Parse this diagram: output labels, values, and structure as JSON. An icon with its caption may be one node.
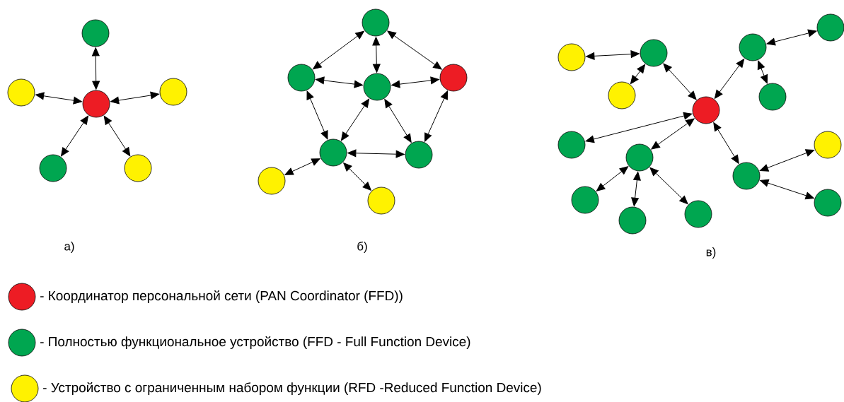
{
  "diagram": {
    "nodes": [
      {
        "text": [],
        "shape": "circle"
      },
      {
        "text": [],
        "shape": "circle"
      },
      {
        "text": [],
        "shape": "circle"
      },
      {
        "text": [],
        "shape": "circle"
      },
      {
        "text": [],
        "shape": "circle"
      },
      {
        "text": [],
        "shape": "circle"
      },
      {
        "text": [],
        "shape": "circle"
      },
      {
        "text": [],
        "shape": "circle"
      },
      {
        "text": [],
        "shape": "circle"
      },
      {
        "text": [],
        "shape": "circle"
      },
      {
        "text": [],
        "shape": "circle"
      },
      {
        "text": [],
        "shape": "circle"
      },
      {
        "text": [],
        "shape": "circle"
      },
      {
        "text": [],
        "shape": "circle"
      },
      {
        "text": [],
        "shape": "circle"
      },
      {
        "text": [],
        "shape": "circle"
      },
      {
        "text": [],
        "shape": "circle"
      },
      {
        "text": [],
        "shape": "circle"
      },
      {
        "text": [],
        "shape": "circle"
      },
      {
        "text": [],
        "shape": "circle"
      },
      {
        "text": [],
        "shape": "circle"
      },
      {
        "text": [],
        "shape": "circle"
      },
      {
        "text": [],
        "shape": "circle"
      },
      {
        "text": [],
        "shape": "circle"
      },
      {
        "text": [],
        "shape": "circle"
      },
      {
        "text": [],
        "shape": "circle"
      },
      {
        "text": [],
        "shape": "circle"
      },
      {
        "text": [],
        "shape": "circle"
      },
      {
        "text": [],
        "shape": "circle"
      }
    ],
    "edges": [
      {
        "from": 2,
        "to": 0,
        "arrow": "both"
      },
      {
        "from": 2,
        "to": 1,
        "arrow": "both"
      },
      {
        "from": 2,
        "to": 3,
        "arrow": "both"
      },
      {
        "from": 2,
        "to": 4,
        "arrow": "both"
      },
      {
        "from": 2,
        "to": 5,
        "arrow": "both"
      },
      {
        "from": 6,
        "to": 7,
        "arrow": "both"
      },
      {
        "from": 6,
        "to": 8,
        "arrow": "both"
      },
      {
        "from": 6,
        "to": 9,
        "arrow": "both"
      },
      {
        "from": 7,
        "to": 8,
        "arrow": "both"
      },
      {
        "from": 8,
        "to": 9,
        "arrow": "both"
      },
      {
        "from": 7,
        "to": 10,
        "arrow": "both"
      },
      {
        "from": 8,
        "to": 10,
        "arrow": "both"
      },
      {
        "from": 8,
        "to": 11,
        "arrow": "both"
      },
      {
        "from": 9,
        "to": 11,
        "arrow": "both"
      },
      {
        "from": 10,
        "to": 11,
        "arrow": "both"
      },
      {
        "from": 10,
        "to": 12,
        "arrow": "both"
      },
      {
        "from": 10,
        "to": 13,
        "arrow": "both"
      },
      {
        "from": 14,
        "to": 15,
        "arrow": "both"
      },
      {
        "from": 15,
        "to": 16,
        "arrow": "both"
      },
      {
        "from": 15,
        "to": 17,
        "arrow": "both"
      },
      {
        "from": 17,
        "to": 18,
        "arrow": "both"
      },
      {
        "from": 18,
        "to": 19,
        "arrow": "both"
      },
      {
        "from": 18,
        "to": 20,
        "arrow": "both"
      },
      {
        "from": 17,
        "to": 21,
        "arrow": "both"
      },
      {
        "from": 17,
        "to": 22,
        "arrow": "both"
      },
      {
        "from": 17,
        "to": 23,
        "arrow": "both"
      },
      {
        "from": 23,
        "to": 24,
        "arrow": "both"
      },
      {
        "from": 23,
        "to": 28,
        "arrow": "both"
      },
      {
        "from": 22,
        "to": 25,
        "arrow": "both"
      },
      {
        "from": 22,
        "to": 26,
        "arrow": "both"
      },
      {
        "from": 22,
        "to": 27,
        "arrow": "both"
      }
    ],
    "labels": [
      "а)",
      "б)",
      "в)"
    ],
    "legend": [
      {
        "text": "- Координатор персональной сети (PAN Coordinator (FFD))",
        "color": "#ed1c24"
      },
      {
        "text": "- Полностью функциональное устройство (FFD - Full Function Device)",
        "color": "#00a650"
      },
      {
        "text": "- Устройство с ограниченным набором функции (RFD -Reduced Function Device)",
        "color": "#fff200"
      }
    ]
  }
}
